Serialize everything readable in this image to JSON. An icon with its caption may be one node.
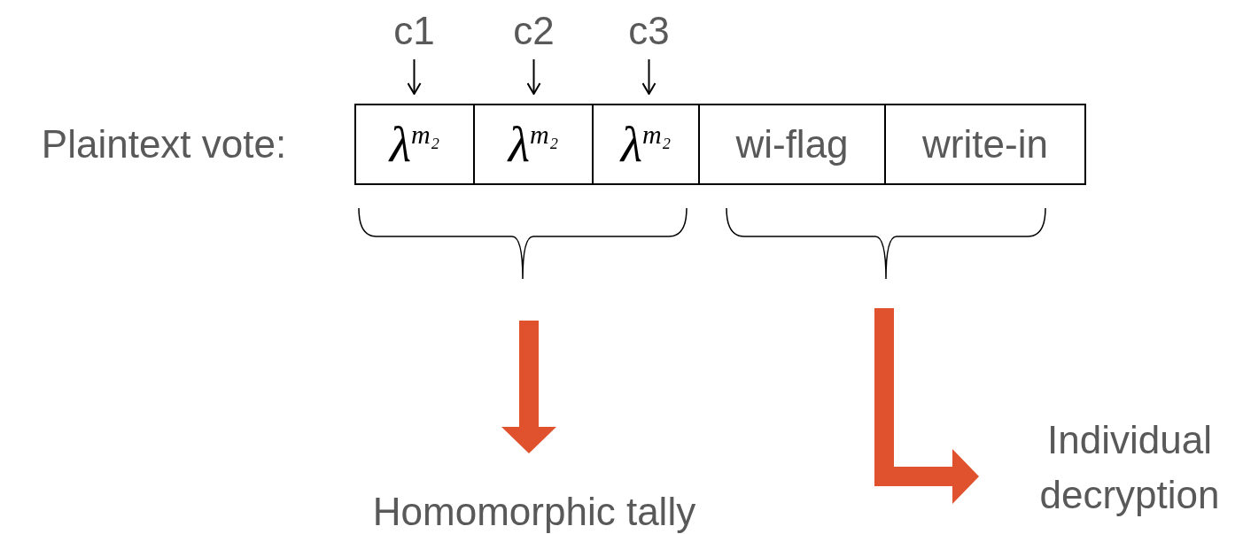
{
  "diagram": {
    "nodes": [
      {
        "text": [
          "c1"
        ]
      },
      {
        "text": [
          "c2"
        ]
      },
      {
        "text": [
          "c3"
        ]
      },
      {
        "text": [
          "λ$^{m₂}$"
        ]
      },
      {
        "text": [
          "λ$^{m₂}$"
        ]
      },
      {
        "text": [
          "λ$^{m₂}$"
        ]
      },
      {
        "text": [
          "wi-flag"
        ]
      },
      {
        "text": [
          "write-in"
        ]
      },
      {
        "text": [
          "Homomorphic tally"
        ]
      },
      {
        "text": [
          "Individual decryption"
        ]
      }
    ],
    "edges": [
      {
        "from": 0,
        "to": 3,
        "arrow": "to"
      },
      {
        "from": 1,
        "to": 4,
        "arrow": "to"
      },
      {
        "from": 2,
        "to": 5,
        "arrow": "to"
      },
      {
        "from": null,
        "to": 8,
        "arrow": "to",
        "style": "thick",
        "color": "#e0522d"
      },
      {
        "from": null,
        "to": 9,
        "arrow": "to",
        "style": "thick",
        "color": "#e0522d"
      }
    ],
    "labels": [
      "Plaintext vote:"
    ]
  }
}
